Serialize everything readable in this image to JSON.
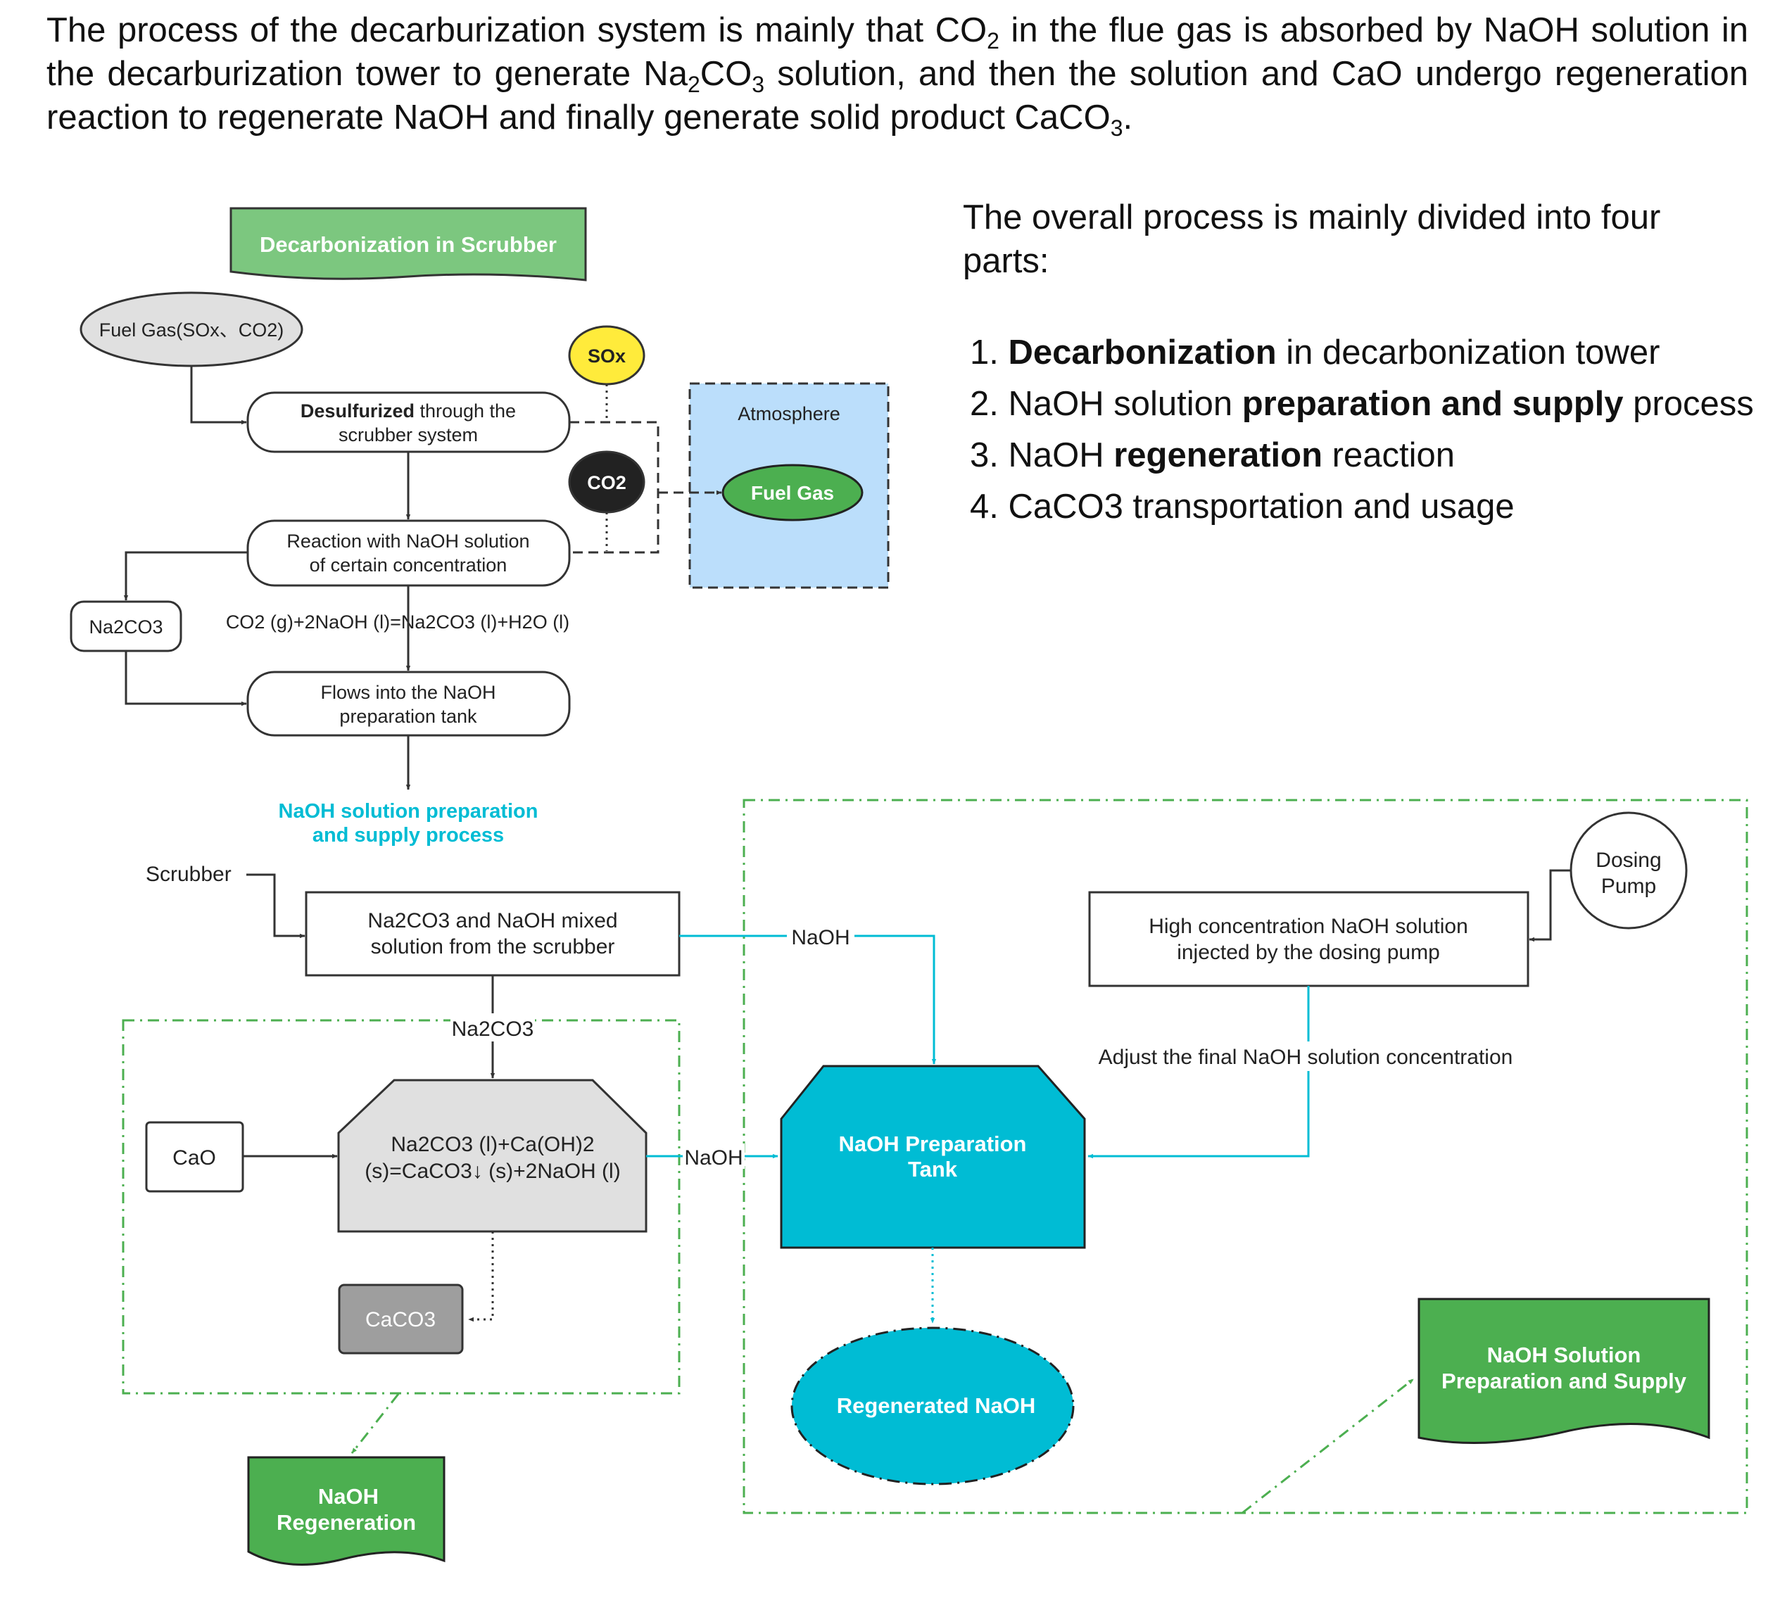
{
  "intro": {
    "p1": "The process of the decarburization system is mainly that CO",
    "s1": "2",
    "p2": " in the flue gas is absorbed by NaOH solution in the decarburization tower to generate Na",
    "s2": "2",
    "p3": "CO",
    "s3": "3",
    "p4": " solution, and then the solution and CaO undergo regeneration reaction to regenerate NaOH and finally generate solid product CaCO",
    "s4": "3",
    "p5": "."
  },
  "parts": {
    "title": "The overall process is mainly divided into four parts:",
    "items": [
      {
        "pre": "1. ",
        "bold": "Decarbonization",
        "post": " in decarbonization tower"
      },
      {
        "pre": "2. NaOH solution ",
        "bold": "preparation and supply",
        "post": " process"
      },
      {
        "pre": "3. NaOH ",
        "bold": "regeneration",
        "post": " reaction"
      },
      {
        "pre": "4. CaCO3 transportation and usage",
        "bold": "",
        "post": ""
      }
    ]
  },
  "diagram": {
    "colors": {
      "green": "#4caf50",
      "light_green": "#7cc77f",
      "cyan": "#00bcd4",
      "sky": "#bbdefb",
      "yellow": "#ffeb3b",
      "gray": "#e0e0e0",
      "dark_gray": "#9e9e9e",
      "black": "#222222"
    },
    "doc_decarb": "Decarbonization in Scrubber",
    "fuel_gas_in": "Fuel Gas(SOx、CO2)",
    "sox": "SOx",
    "co2": "CO2",
    "desulf_bold": "Desulfurized",
    "desulf_rest": " through the",
    "desulf_line2": "scrubber system",
    "atmosphere": "Atmosphere",
    "fuel_gas_out": "Fuel Gas",
    "reaction_line1": "Reaction with NaOH solution",
    "reaction_line2": "of certain concentration",
    "na2co3_box": "Na2CO3",
    "equation": "CO2 (g)+2NaOH (l)=Na2CO3 (l)+H2O (l)",
    "flows_line1": "Flows into the NaOH",
    "flows_line2": "preparation tank",
    "prep_label_line1": "NaOH solution preparation",
    "prep_label_line2": "and supply process",
    "scrubber": "Scrubber",
    "mixed_line1": "Na2CO3 and NaOH mixed",
    "mixed_line2": "solution from the scrubber",
    "naoh_top": "NaOH",
    "high_line1": "High concentration NaOH solution",
    "high_line2": "injected by the dosing pump",
    "pump_line1": "Dosing",
    "pump_line2": "Pump",
    "adjust": "Adjust the final NaOH solution concentration",
    "na2co3_flow": "Na2CO3",
    "cao": "CaO",
    "regen_line1": "Na2CO3 (l)+Ca(OH)2",
    "regen_line2": "(s)=CaCO3↓ (s)+2NaOH (l)",
    "naoh_mid": "NaOH",
    "tank_line1": "NaOH Preparation",
    "tank_line2": "Tank",
    "caco3": "CaCO3",
    "regenerated": "Regenerated NaOH",
    "doc_regen_line1": "NaOH",
    "doc_regen_line2": "Regeneration",
    "doc_supply_line1": "NaOH Solution",
    "doc_supply_line2": "Preparation and Supply"
  }
}
